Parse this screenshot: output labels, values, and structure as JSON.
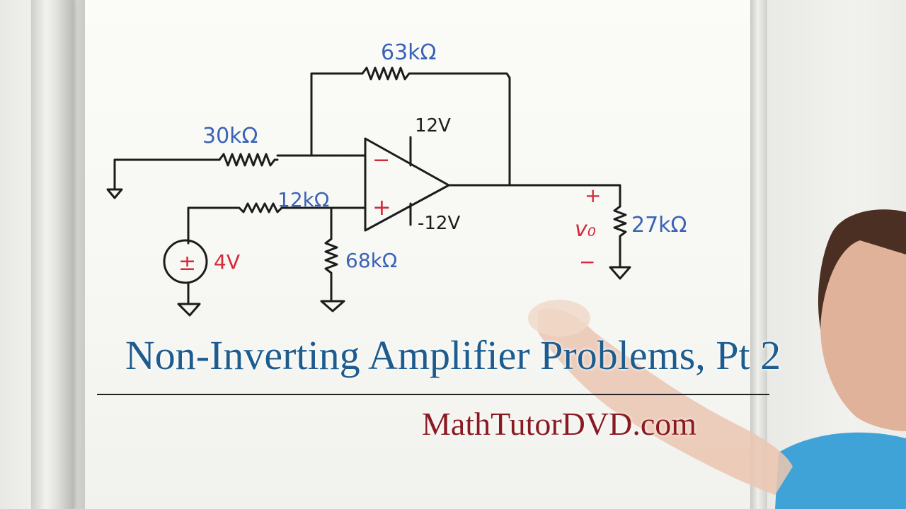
{
  "title": "Non-Inverting Amplifier Problems, Pt 2",
  "site": "MathTutorDVD.com",
  "circuit": {
    "r_feedback": "63kΩ",
    "r_input": "30kΩ",
    "r_plus": "12kΩ",
    "r_shunt": "68kΩ",
    "r_load": "27kΩ",
    "source": "4V",
    "v_pos": "12V",
    "v_neg": "-12V",
    "opamp_minus": "−",
    "opamp_plus": "+",
    "source_sign": "±",
    "vo_label": "v₀",
    "vo_plus": "+",
    "vo_minus": "−"
  },
  "colors": {
    "ink_blue": "#3a63b8",
    "ink_black": "#1c1c1c",
    "ink_red": "#d6283a",
    "title_blue": "#1d5c8f",
    "site_red": "#8a1a22"
  }
}
